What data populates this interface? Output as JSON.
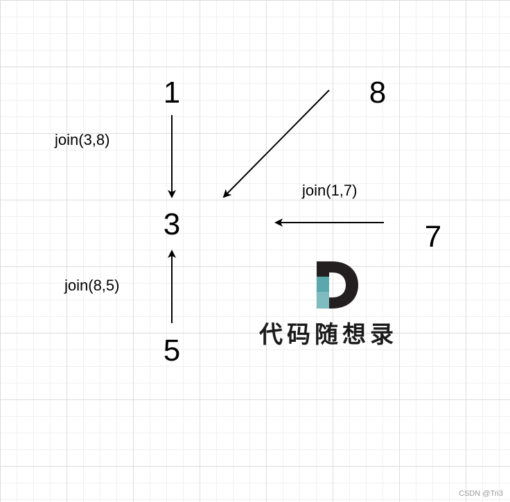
{
  "nodes": {
    "n1": "1",
    "n3": "3",
    "n5": "5",
    "n7": "7",
    "n8": "8"
  },
  "edges": {
    "e38_label": "join(3,8)",
    "e17_label": "join(1,7)",
    "e85_label": "join(8,5)"
  },
  "logo": {
    "letter": "D",
    "text": "代码随想录",
    "colors": {
      "dark": "#231f20",
      "teal": "#5aa7ad"
    }
  },
  "watermark": "CSDN @Tri3",
  "colors": {
    "ink": "#000000",
    "grid_major": "#dcdcdc",
    "grid_minor": "#f0f0f0"
  }
}
